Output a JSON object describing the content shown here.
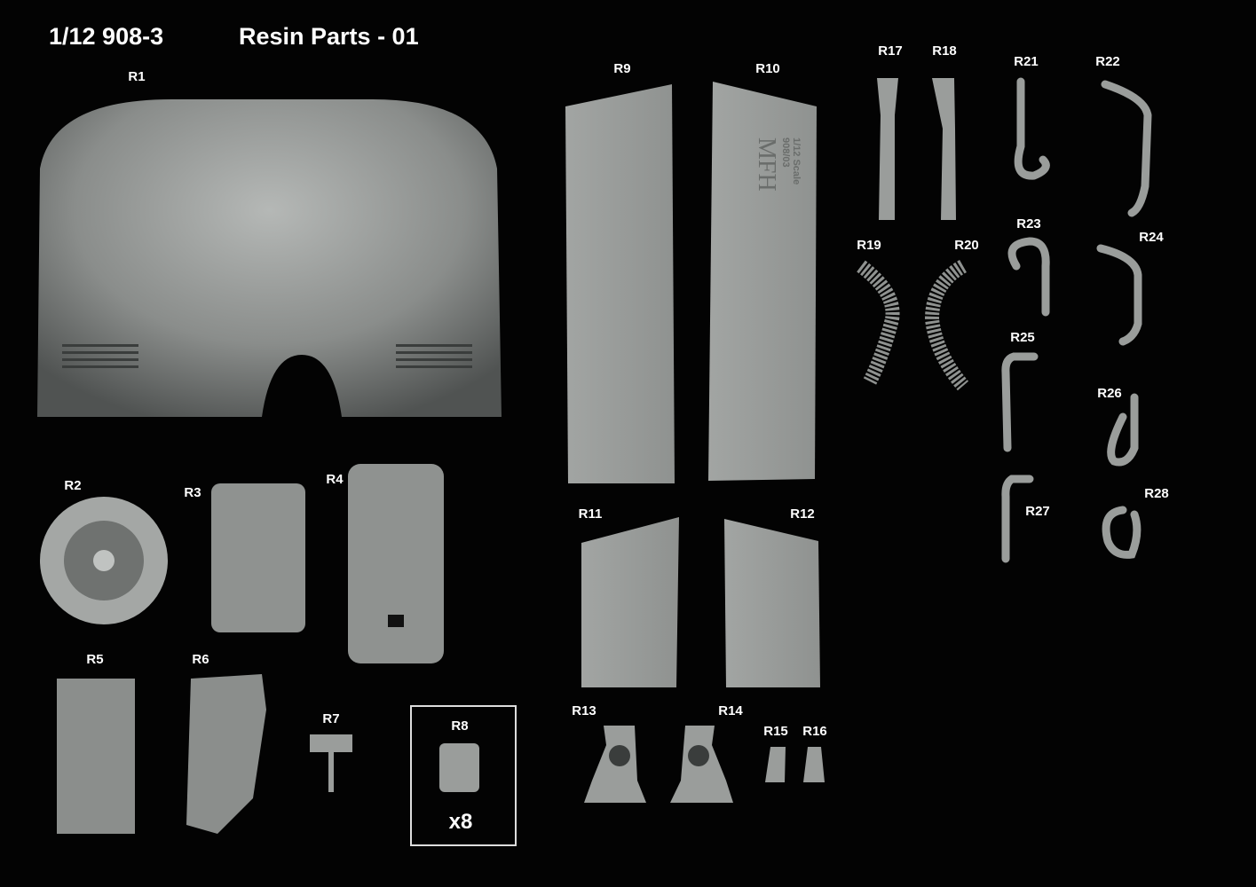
{
  "header": {
    "scale_model": "1/12 908-3",
    "sheet_title": "Resin Parts - 01"
  },
  "parts": [
    {
      "id": "R1"
    },
    {
      "id": "R2"
    },
    {
      "id": "R3"
    },
    {
      "id": "R4"
    },
    {
      "id": "R5"
    },
    {
      "id": "R6"
    },
    {
      "id": "R7"
    },
    {
      "id": "R8"
    },
    {
      "id": "R9"
    },
    {
      "id": "R10"
    },
    {
      "id": "R11"
    },
    {
      "id": "R12"
    },
    {
      "id": "R13"
    },
    {
      "id": "R14"
    },
    {
      "id": "R15"
    },
    {
      "id": "R16"
    },
    {
      "id": "R17"
    },
    {
      "id": "R18"
    },
    {
      "id": "R19"
    },
    {
      "id": "R20"
    },
    {
      "id": "R21"
    },
    {
      "id": "R22"
    },
    {
      "id": "R23"
    },
    {
      "id": "R24"
    },
    {
      "id": "R25"
    },
    {
      "id": "R26"
    },
    {
      "id": "R27"
    },
    {
      "id": "R28"
    }
  ],
  "r8_quantity": "x8",
  "embossed": {
    "line1": "1/12 Scale",
    "line2": "908/03",
    "logo": "MFH"
  },
  "colors": {
    "background": "#030303",
    "resin": "#9a9d9b",
    "label": "#ffffff"
  }
}
